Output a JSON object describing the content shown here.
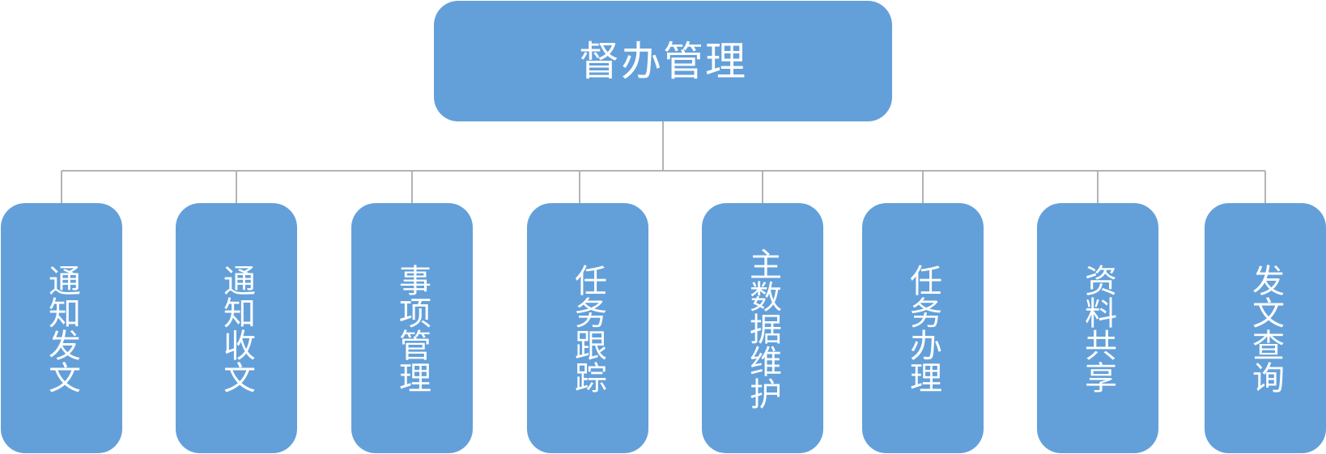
{
  "diagram": {
    "root": {
      "label": "督办管理"
    },
    "children": [
      {
        "label": "通知发文"
      },
      {
        "label": "通知收文"
      },
      {
        "label": "事项管理"
      },
      {
        "label": "任务跟踪"
      },
      {
        "label": "主数据维护"
      },
      {
        "label": "任务办理"
      },
      {
        "label": "资料共享"
      },
      {
        "label": "发文查询"
      }
    ],
    "colors": {
      "box_fill": "#63a0da",
      "label_text": "#ffffff",
      "connector": "#b3b3b3"
    }
  }
}
